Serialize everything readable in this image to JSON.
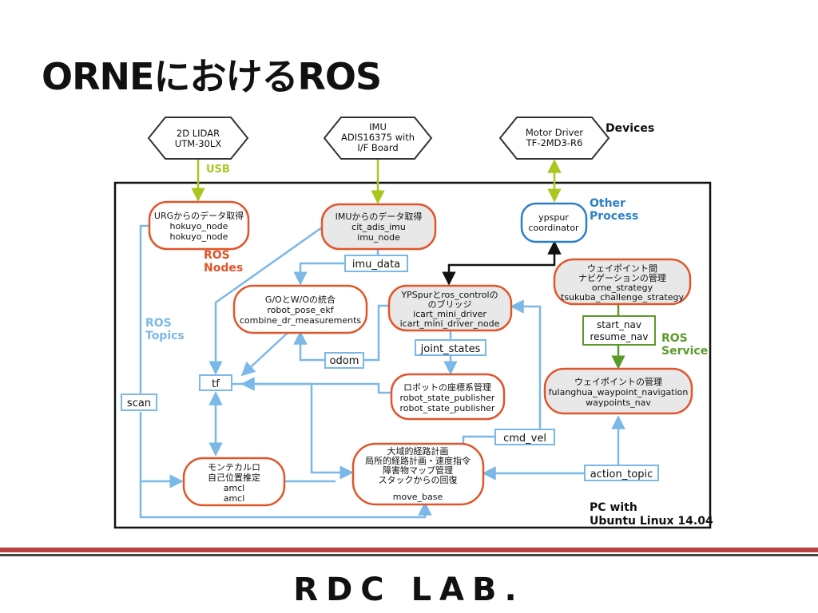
{
  "title": "ORNEにおけるROS",
  "devices": [
    {
      "id": "lidar",
      "lines": [
        "2D LIDAR",
        "UTM-30LX"
      ]
    },
    {
      "id": "imu",
      "lines": [
        "IMU",
        "ADIS16375 with",
        "I/F Board"
      ]
    },
    {
      "id": "motor",
      "lines": [
        "Motor Driver",
        "TF-2MD3-R6"
      ]
    }
  ],
  "labels": {
    "devices": "Devices",
    "usb": "USB",
    "other_process": [
      "Other",
      "Process"
    ],
    "ros_nodes": [
      "ROS",
      "Nodes"
    ],
    "ros_topics": [
      "ROS",
      "Topics"
    ],
    "ros_service": [
      "ROS",
      "Service"
    ],
    "pc": [
      "PC with",
      "Ubuntu Linux 14.04"
    ]
  },
  "nodes": [
    {
      "id": "urg",
      "lines": [
        "URGからのデータ取得",
        "hokuyo_node",
        "hokuyo_node"
      ]
    },
    {
      "id": "imu_node",
      "lines": [
        "IMUからのデータ取得",
        "cit_adis_imu",
        "imu_node"
      ]
    },
    {
      "id": "ypspur",
      "lines": [
        "ypspur",
        "coordinator"
      ]
    },
    {
      "id": "ekf",
      "lines": [
        "G/OとW/Oの統合",
        "robot_pose_ekf",
        "combine_dr_measurements"
      ]
    },
    {
      "id": "bridge",
      "lines": [
        "YPSpurとros_controlの",
        "のブリッジ",
        "icart_mini_driver",
        "icart_mini_driver_node"
      ]
    },
    {
      "id": "wp_orne",
      "lines": [
        "ウェイポイント間",
        "ナビゲーションの管理",
        "orne_strategy",
        "tsukuba_challenge_strategy"
      ]
    },
    {
      "id": "rsp",
      "lines": [
        "ロボットの座標系管理",
        "robot_state_publisher",
        "robot_state_publisher"
      ]
    },
    {
      "id": "wp_nav",
      "lines": [
        "ウェイポイントの管理",
        "fulanghua_waypoint_navigation",
        "waypoints_nav"
      ]
    },
    {
      "id": "amcl",
      "lines": [
        "モンテカルロ",
        "自己位置推定",
        "amcl",
        "amcl"
      ]
    },
    {
      "id": "movebase",
      "lines": [
        "大域的経路計画",
        "局所的経路計画・速度指令",
        "障害物マップ管理",
        "スタックからの回復",
        "",
        "move_base"
      ]
    }
  ],
  "topics": {
    "imu_data": "imu_data",
    "odom": "odom",
    "joint_states": "joint_states",
    "tf": "tf",
    "scan": "scan",
    "cmd_vel": "cmd_vel",
    "action_topic": "action_topic"
  },
  "services": [
    "start_nav",
    "resume_nav"
  ],
  "logo": "RDC LAB.",
  "colors": {
    "node": "#e0552a",
    "topic": "#7ab8e8",
    "service": "#5a9a2a",
    "usb": "#a8c81e",
    "process": "#2a7fc8",
    "device": "#333333"
  }
}
